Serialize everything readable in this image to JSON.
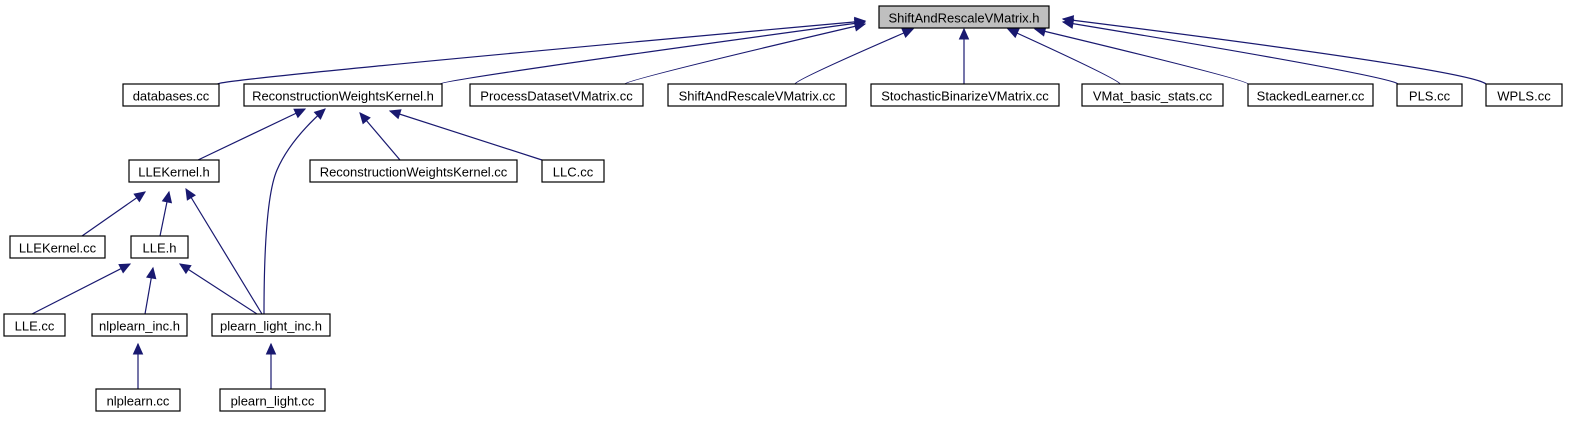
{
  "graph": {
    "root": "shiftandrescalevmatrix_h",
    "colors": {
      "edge": "#191970",
      "root_fill": "#bfbfbf",
      "node_fill": "#ffffff",
      "node_border": "#000000"
    },
    "nodes": [
      {
        "id": "shiftandrescalevmatrix_h",
        "label": "ShiftAndRescaleVMatrix.h"
      },
      {
        "id": "databases_cc",
        "label": "databases.cc"
      },
      {
        "id": "reconstructionweightskernel_h",
        "label": "ReconstructionWeightsKernel.h"
      },
      {
        "id": "processdatasetvmatrix_cc",
        "label": "ProcessDatasetVMatrix.cc"
      },
      {
        "id": "shiftandrescalevmatrix_cc",
        "label": "ShiftAndRescaleVMatrix.cc"
      },
      {
        "id": "stochasticbinarizevmatrix_cc",
        "label": "StochasticBinarizeVMatrix.cc"
      },
      {
        "id": "vmat_basic_stats_cc",
        "label": "VMat_basic_stats.cc"
      },
      {
        "id": "stackedlearner_cc",
        "label": "StackedLearner.cc"
      },
      {
        "id": "pls_cc",
        "label": "PLS.cc"
      },
      {
        "id": "wpls_cc",
        "label": "WPLS.cc"
      },
      {
        "id": "llekernel_h",
        "label": "LLEKernel.h"
      },
      {
        "id": "reconstructionweightskernel_cc",
        "label": "ReconstructionWeightsKernel.cc"
      },
      {
        "id": "llc_cc",
        "label": "LLC.cc"
      },
      {
        "id": "llekernel_cc",
        "label": "LLEKernel.cc"
      },
      {
        "id": "lle_h",
        "label": "LLE.h"
      },
      {
        "id": "lle_cc",
        "label": "LLE.cc"
      },
      {
        "id": "nlplearn_inc_h",
        "label": "nlplearn_inc.h"
      },
      {
        "id": "plearn_light_inc_h",
        "label": "plearn_light_inc.h"
      },
      {
        "id": "nlplearn_cc",
        "label": "nlplearn.cc"
      },
      {
        "id": "plearn_light_cc",
        "label": "plearn_light.cc"
      }
    ],
    "edges": [
      {
        "from": "databases_cc",
        "to": "shiftandrescalevmatrix_h"
      },
      {
        "from": "reconstructionweightskernel_h",
        "to": "shiftandrescalevmatrix_h"
      },
      {
        "from": "processdatasetvmatrix_cc",
        "to": "shiftandrescalevmatrix_h"
      },
      {
        "from": "shiftandrescalevmatrix_cc",
        "to": "shiftandrescalevmatrix_h"
      },
      {
        "from": "stochasticbinarizevmatrix_cc",
        "to": "shiftandrescalevmatrix_h"
      },
      {
        "from": "vmat_basic_stats_cc",
        "to": "shiftandrescalevmatrix_h"
      },
      {
        "from": "stackedlearner_cc",
        "to": "shiftandrescalevmatrix_h"
      },
      {
        "from": "pls_cc",
        "to": "shiftandrescalevmatrix_h"
      },
      {
        "from": "wpls_cc",
        "to": "shiftandrescalevmatrix_h"
      },
      {
        "from": "llekernel_h",
        "to": "reconstructionweightskernel_h"
      },
      {
        "from": "plearn_light_inc_h",
        "to": "reconstructionweightskernel_h"
      },
      {
        "from": "reconstructionweightskernel_cc",
        "to": "reconstructionweightskernel_h"
      },
      {
        "from": "llc_cc",
        "to": "reconstructionweightskernel_h"
      },
      {
        "from": "llekernel_cc",
        "to": "llekernel_h"
      },
      {
        "from": "lle_h",
        "to": "llekernel_h"
      },
      {
        "from": "plearn_light_inc_h",
        "to": "llekernel_h"
      },
      {
        "from": "lle_cc",
        "to": "lle_h"
      },
      {
        "from": "nlplearn_inc_h",
        "to": "lle_h"
      },
      {
        "from": "plearn_light_inc_h",
        "to": "lle_h"
      },
      {
        "from": "nlplearn_cc",
        "to": "nlplearn_inc_h"
      },
      {
        "from": "plearn_light_cc",
        "to": "plearn_light_inc_h"
      }
    ]
  }
}
